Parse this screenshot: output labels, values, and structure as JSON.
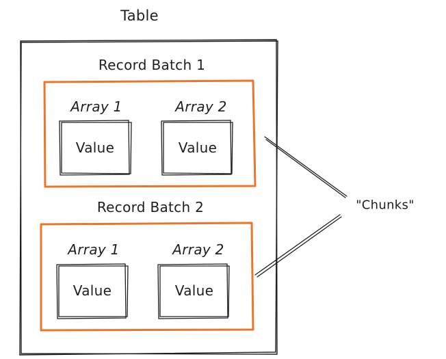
{
  "table": {
    "title": "Table",
    "batches": [
      {
        "title": "Record Batch 1",
        "arrays": [
          {
            "label": "Array 1",
            "value": "Value"
          },
          {
            "label": "Array 2",
            "value": "Value"
          }
        ]
      },
      {
        "title": "Record Batch 2",
        "arrays": [
          {
            "label": "Array 1",
            "value": "Value"
          },
          {
            "label": "Array 2",
            "value": "Value"
          }
        ]
      }
    ]
  },
  "annotation": {
    "label": "\"Chunks\""
  },
  "colors": {
    "ink": "#1e1e1e",
    "batch_border": "#e8762b"
  }
}
